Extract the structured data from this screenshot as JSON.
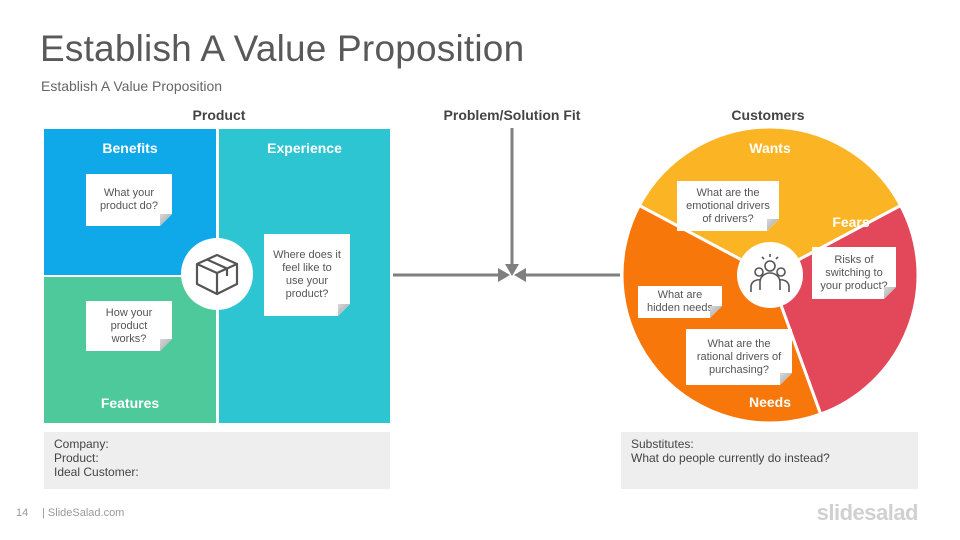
{
  "header": {
    "title": "Establish A Value Proposition",
    "subtitle": "Establish A Value Proposition"
  },
  "product": {
    "heading": "Product",
    "benefits": {
      "label": "Benefits",
      "note": [
        "What your",
        "product do?"
      ],
      "color": "#0fa8e8"
    },
    "experience": {
      "label": "Experience",
      "note": [
        "Where does it",
        "feel like to",
        "use your",
        "product?"
      ],
      "color": "#2ec5d3"
    },
    "features": {
      "label": "Features",
      "note": [
        "How your",
        "product",
        "works?"
      ],
      "color": "#4dc99b"
    },
    "center_icon": "box-icon",
    "info": [
      "Company:",
      "Product:",
      "Ideal Customer:"
    ]
  },
  "fit": {
    "heading": "Problem/Solution Fit",
    "arrow_color": "#7f7f7f"
  },
  "customers": {
    "heading": "Customers",
    "wants": {
      "label": "Wants",
      "note": [
        "What are the",
        "emotional drivers",
        "of drivers?"
      ],
      "color": "#fbb423"
    },
    "fears": {
      "label": "Fears",
      "note": [
        "Risks of",
        "switching to",
        "your product?"
      ],
      "color": "#e2485a"
    },
    "needs": {
      "label": "Needs",
      "note_hidden": [
        "What are",
        "hidden needs"
      ],
      "note": [
        "What are the",
        "rational drivers of",
        "purchasing?"
      ],
      "color": "#f7770b"
    },
    "center_icon": "people-icon",
    "info": [
      "Substitutes:",
      "What do people currently do instead?"
    ]
  },
  "footer": {
    "page_number": "14",
    "site": "| SlideSalad.com",
    "brand": "slidesalad"
  }
}
